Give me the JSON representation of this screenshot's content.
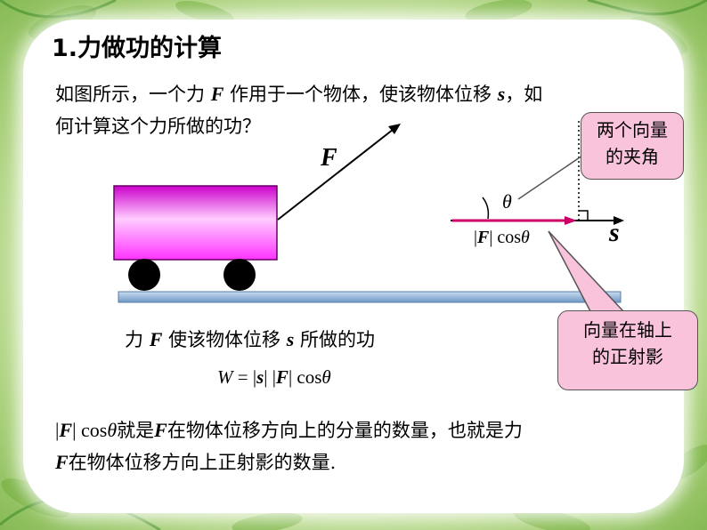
{
  "title": "1.力做功的计算",
  "intro": {
    "line1_a": "如图所示，一个力 ",
    "line1_F": "F",
    "line1_b": " 作用于一个物体，使该物体位移 ",
    "line1_s": "s",
    "line1_c": "，如",
    "line2": "何计算这个力所做的功？"
  },
  "diagram": {
    "force_label": "F",
    "disp_label": "s",
    "angle_symbol": "θ",
    "proj_bar_open": "|",
    "proj_F": "F",
    "proj_bar_close": "| cos",
    "proj_theta": "θ",
    "colors": {
      "cart": "#ff33ff",
      "ground": "#8aaed3",
      "proj": "#cc0066",
      "callout": "#f9c3dc"
    }
  },
  "callouts": {
    "angle_line1": "两个向量",
    "angle_line2": "的夹角",
    "proj_line1": "向量在轴上",
    "proj_line2": "的正射影"
  },
  "caption": {
    "a": "力 ",
    "F": "F",
    "b": " 使该物体位移 ",
    "s": "s",
    "c": " 所做的功"
  },
  "formula": {
    "W": "W",
    "eq": " = |",
    "s": "s",
    "mid": "| |",
    "F": "F",
    "end": "| cos",
    "theta": "θ"
  },
  "summary": {
    "l1_bar1": "|",
    "l1_F": "F",
    "l1_bar2": "| cos",
    "l1_theta": "θ",
    "l1_a": "就是",
    "l1_F2": "F",
    "l1_b": "在物体位移方向上的分量的数量，也就是力",
    "l2_F": "F",
    "l2_a": "在物体位移方向上正射影的数量."
  }
}
